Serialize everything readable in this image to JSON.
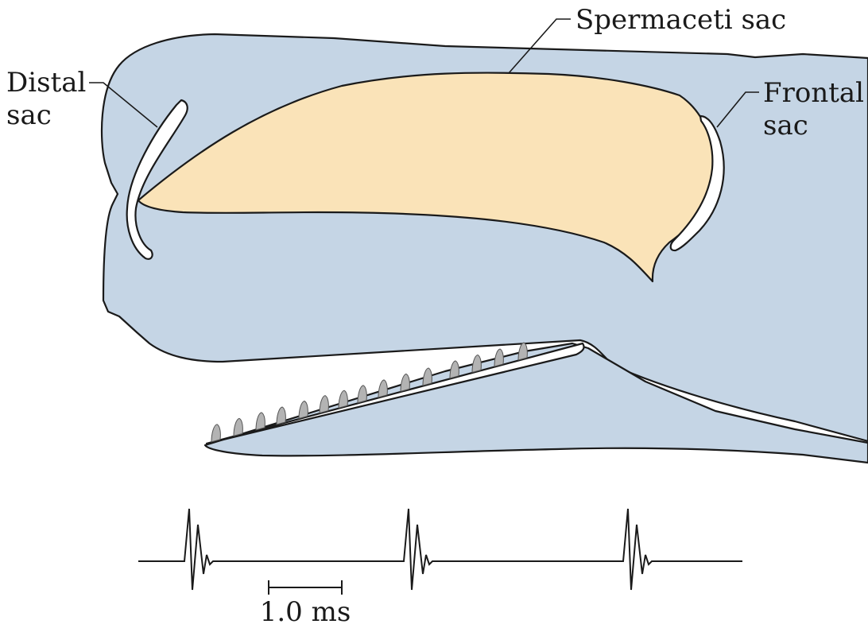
{
  "labels": {
    "distal_sac_line1": "Distal",
    "distal_sac_line2": "sac",
    "spermaceti_sac": "Spermaceti sac",
    "frontal_sac_line1": "Frontal",
    "frontal_sac_line2": "sac",
    "scale_bar": "1.0 ms"
  },
  "colors": {
    "head_fill": "#c5d5e5",
    "spermaceti_fill": "#fae3b8",
    "sac_fill": "#ffffff",
    "tooth_fill": "#b3b3b3",
    "outline": "#1a1a1a"
  },
  "click_train": {
    "click_count": 3
  }
}
